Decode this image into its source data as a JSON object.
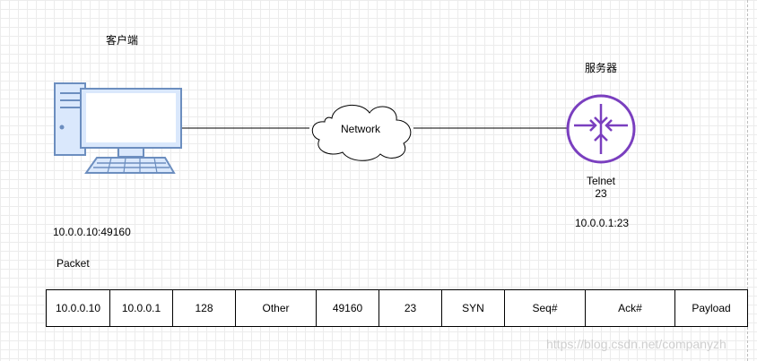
{
  "client": {
    "label": "客户端",
    "address": "10.0.0.10:49160"
  },
  "network": {
    "label": "Network"
  },
  "server": {
    "label": "服务器",
    "service_line1": "Telnet",
    "service_line2": "23",
    "address": "10.0.0.1:23"
  },
  "packet": {
    "title": "Packet",
    "fields": [
      "10.0.0.10",
      "10.0.0.1",
      "128",
      "Other",
      "49160",
      "23",
      "SYN",
      "Seq#",
      "Ack#",
      "Payload"
    ]
  },
  "watermark": "https://blog.csdn.net/companyzh",
  "colors": {
    "computer_stroke": "#6c8ebf",
    "computer_fill": "#dae8fc",
    "router_stroke": "#7a3fbf",
    "grid": "#ececec"
  },
  "icons": {
    "client": "desktop-computer-icon",
    "network": "cloud-icon",
    "server": "router-icon"
  }
}
